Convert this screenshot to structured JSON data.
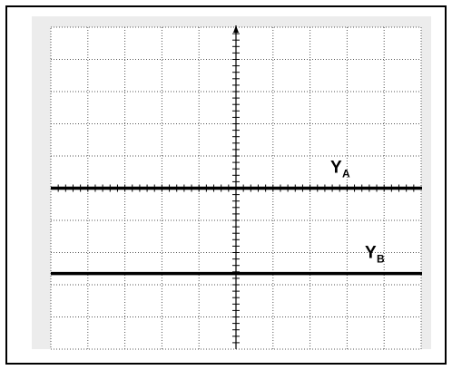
{
  "graticule": {
    "columns": 10,
    "rows": 10,
    "minor_ticks_per_division": 5,
    "grid_style": "dotted",
    "center_axis_arrow": "up"
  },
  "traces": [
    {
      "label": "Y",
      "subscript": "A",
      "level_divisions": 0
    },
    {
      "label": "Y",
      "subscript": "B",
      "level_divisions": -2.65
    }
  ],
  "colors": {
    "frame_border": "#000000",
    "panel_background": "#ececec",
    "screen_background": "#ffffff",
    "grid": "#555555",
    "trace": "#000000",
    "axis": "#000000"
  }
}
